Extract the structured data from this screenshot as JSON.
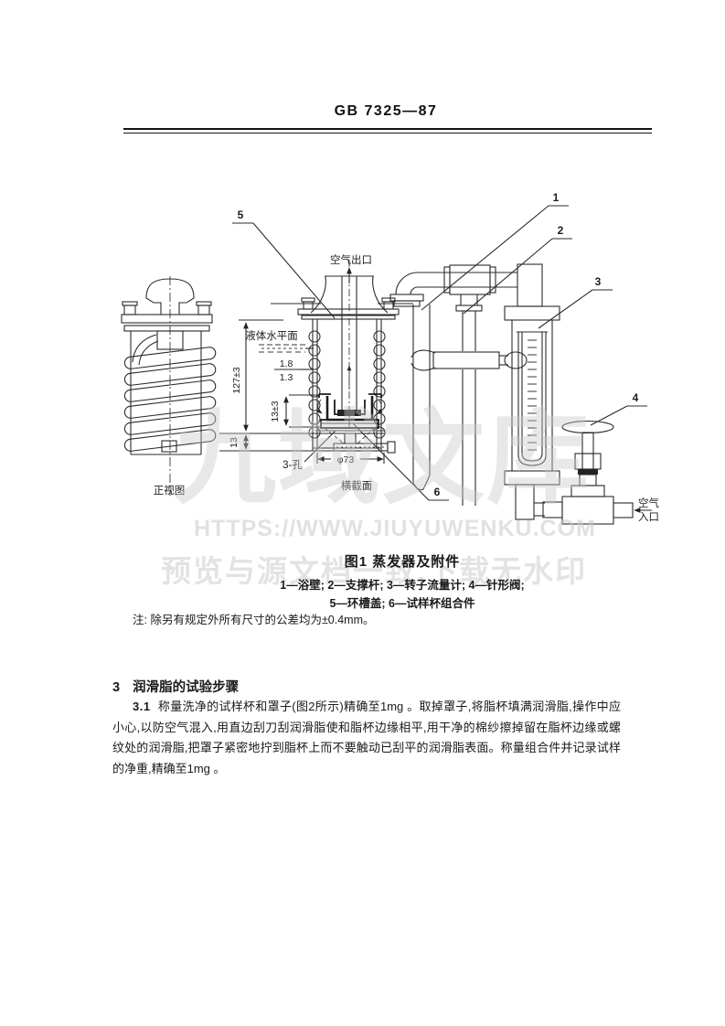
{
  "header": {
    "doc_number": "GB 7325—87"
  },
  "watermark": {
    "brand": "九域文库",
    "url": "HTTPS://WWW.JIUYUWENKU.COM",
    "tagline": "预览与源文档一致,下载无水印",
    "color": "#c9c9c9"
  },
  "figure": {
    "caption": "图1  蒸发器及附件",
    "legend_line1": "1—浴壁;  2—支撑杆;  3—转子流量计; 4—针形阀;",
    "legend_line2": "5—环槽盖;  6—试样杯组合件",
    "note": "注: 除另有规定外所有尺寸的公差均为±0.4mm。",
    "labels": {
      "air_outlet": "空气出口",
      "liquid_level": "液体水平面",
      "frac_top": "1.8",
      "frac_bottom": "1.3",
      "dim_height": "127±3",
      "dim_cup": "13±3",
      "dim_base": "13",
      "holes": "3-孔",
      "diameter": "φ73",
      "cross_section_view": "横截面",
      "front_view": "正视图",
      "air_inlet_top": "空气",
      "air_inlet_bottom": "入口",
      "c1": "1",
      "c2": "2",
      "c3": "3",
      "c4": "4",
      "c5": "5",
      "c6": "6"
    }
  },
  "section": {
    "heading_number": "3",
    "heading_text": "润滑脂的试验步骤",
    "para_number": "3.1",
    "para_text": "称量洗净的试样杯和罩子(图2所示)精确至1mg 。取掉罩子,将脂杯填满润滑脂,操作中应小心,以防空气混入,用直边刮刀刮润滑脂使和脂杯边缘相平,用干净的棉纱擦掉留在脂杯边缘或螺纹处的润滑脂,把罩子紧密地拧到脂杯上而不要触动已刮平的润滑脂表面。称量组合件并记录试样的净重,精确至1mg 。"
  }
}
